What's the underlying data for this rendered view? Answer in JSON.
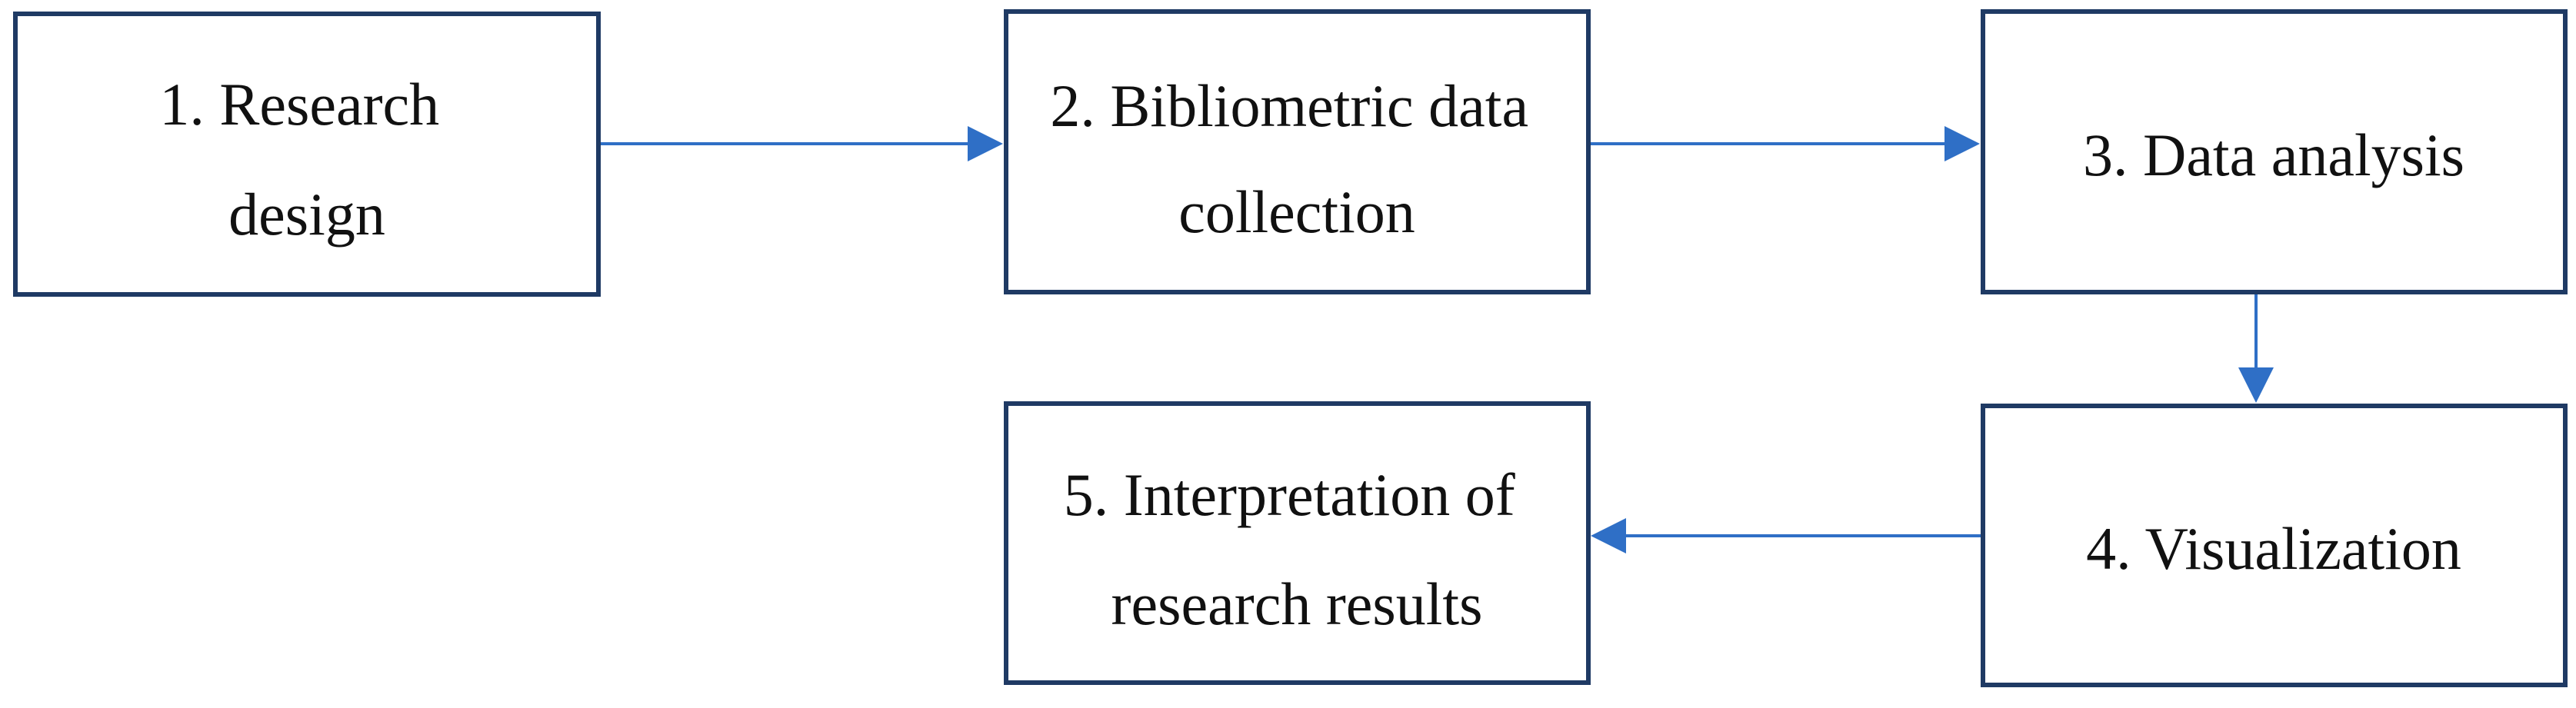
{
  "diagram": {
    "steps": [
      {
        "id": "s1",
        "lines": [
          "1. Research",
          "design"
        ]
      },
      {
        "id": "s2",
        "lines": [
          "2. Bibliometric data",
          "collection"
        ]
      },
      {
        "id": "s3",
        "lines": [
          "3. Data analysis"
        ]
      },
      {
        "id": "s4",
        "lines": [
          "4. Visualization"
        ]
      },
      {
        "id": "s5",
        "lines": [
          "5. Interpretation of",
          "research results"
        ]
      }
    ],
    "edges": [
      {
        "from": "s1",
        "to": "s2"
      },
      {
        "from": "s2",
        "to": "s3"
      },
      {
        "from": "s3",
        "to": "s4"
      },
      {
        "from": "s4",
        "to": "s5"
      }
    ],
    "colors": {
      "box_border": "#1f3a64",
      "arrow": "#2f6fc6",
      "text": "#111111",
      "background": "#ffffff"
    }
  }
}
